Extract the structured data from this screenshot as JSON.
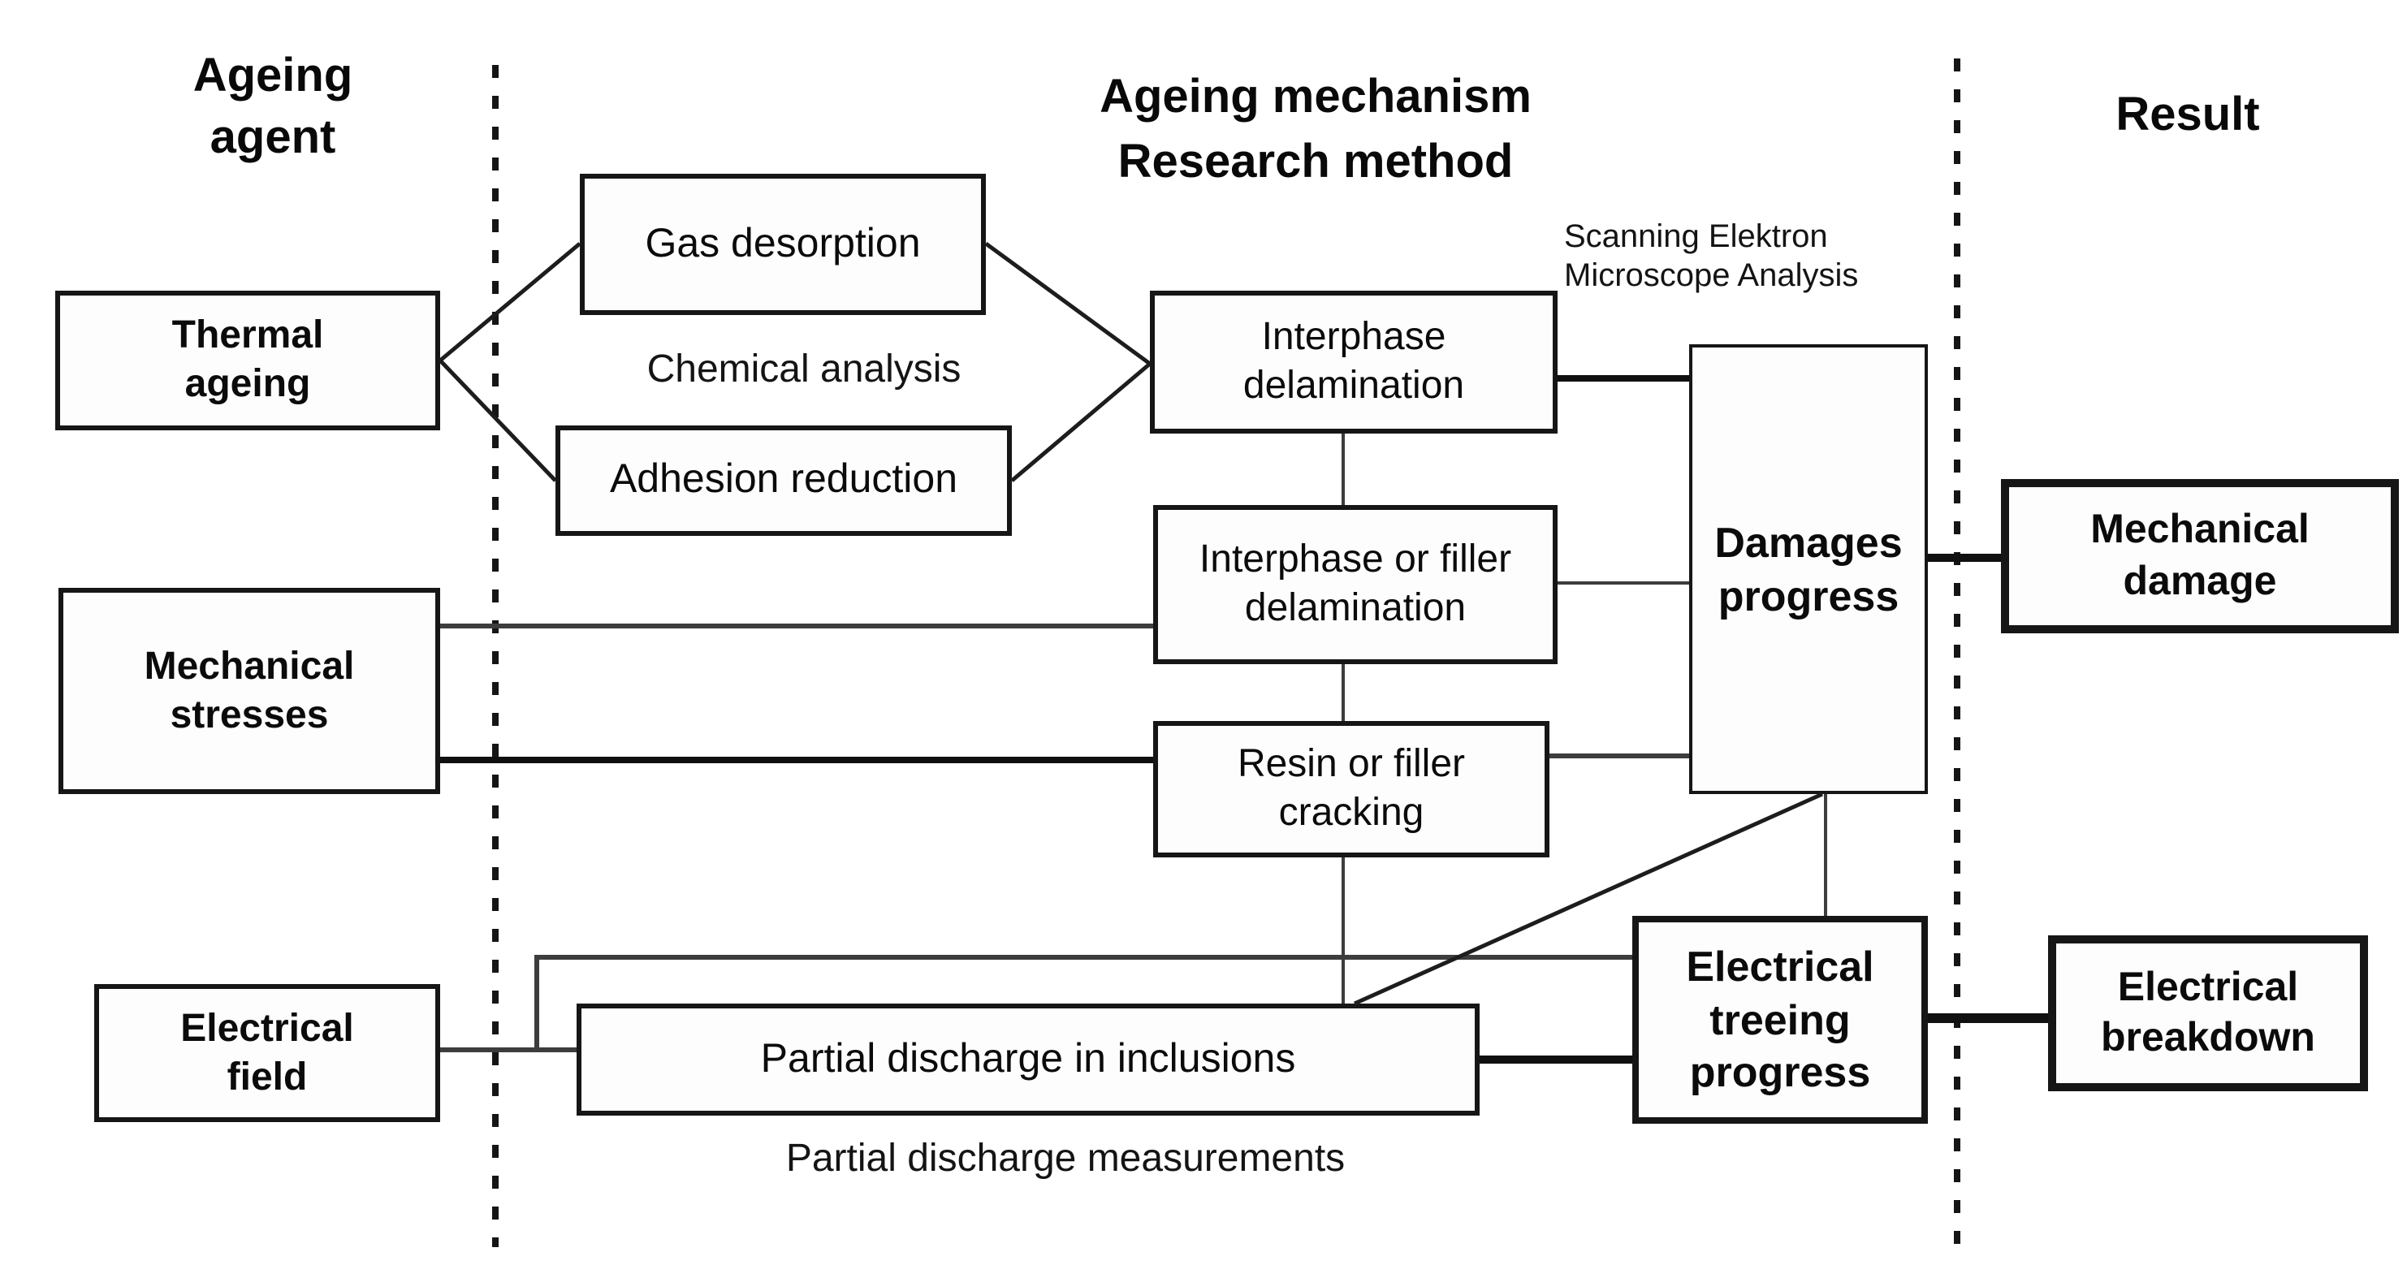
{
  "headers": {
    "ageing_agent": "Ageing\nagent",
    "ageing_mechanism": "Ageing mechanism\nResearch method",
    "result": "Result"
  },
  "agents": {
    "thermal_ageing": "Thermal\nageing",
    "mechanical_stresses": "Mechanical\nstresses",
    "electrical_field": "Electrical\nfield"
  },
  "mechanisms": {
    "gas_desorption": "Gas desorption",
    "adhesion_reduction": "Adhesion reduction",
    "interphase_delamination": "Interphase\ndelamination",
    "interphase_or_filler_delamination": "Interphase or filler\ndelamination",
    "resin_or_filler_cracking": "Resin or filler\ncracking",
    "partial_discharge_in_inclusions": "Partial discharge in inclusions",
    "damages_progress": "Damages\nprogress",
    "electrical_treeing_progress": "Electrical\ntreeing\nprogress"
  },
  "research_methods": {
    "chemical_analysis": "Chemical analysis",
    "sem_analysis": "Scanning Elektron\nMicroscope Analysis",
    "partial_discharge_measurements": "Partial discharge measurements"
  },
  "results": {
    "mechanical_damage": "Mechanical\ndamage",
    "electrical_breakdown": "Electrical\nbreakdown"
  },
  "colors": {
    "ink": "#111111",
    "thin_line": "#3d3d3d",
    "background": "#ffffff"
  }
}
